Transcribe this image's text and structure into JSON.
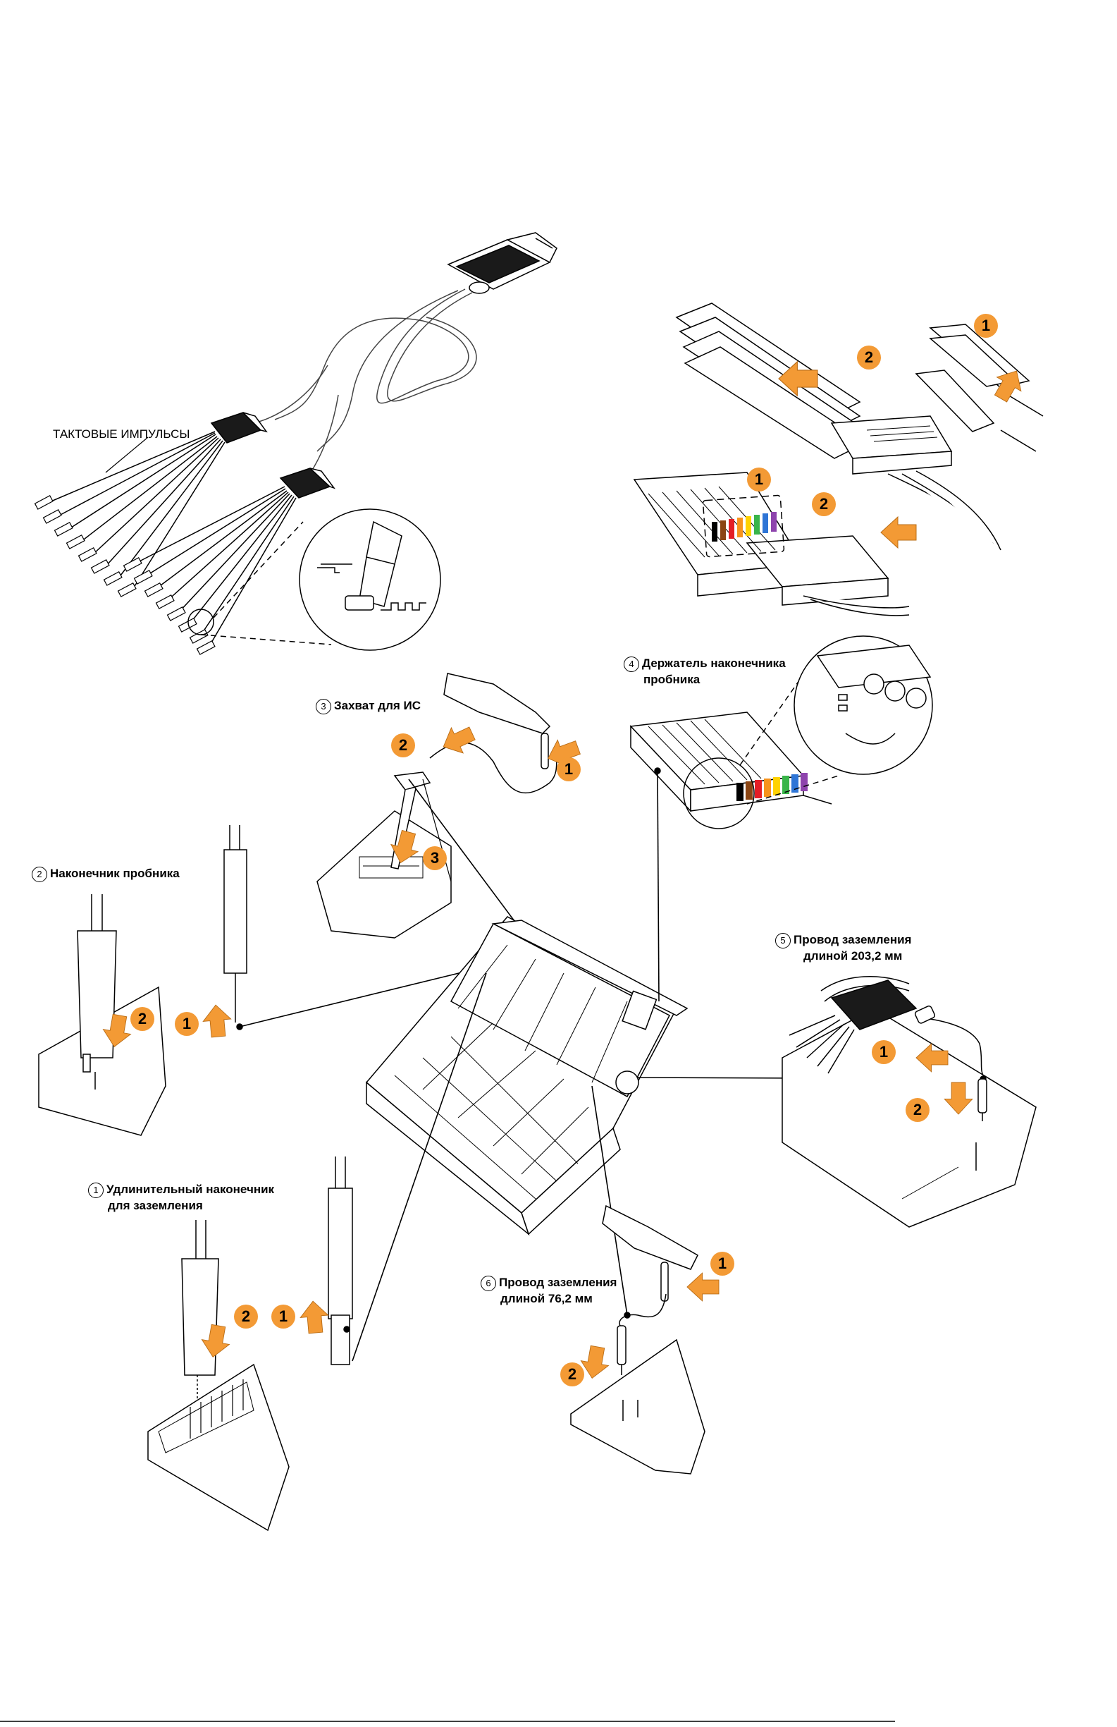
{
  "labels": {
    "clock_pulses": "ТАКТОВЫЕ ИМПУЛЬСЫ",
    "ic_grabber": {
      "num": "3",
      "text": "Захват для ИС"
    },
    "probe_tip": {
      "num": "2",
      "text": "Наконечник пробника"
    },
    "probe_tip_holder": {
      "num": "4",
      "line1": "Держатель наконечника",
      "line2": "пробника"
    },
    "ground_lead_long": {
      "num": "5",
      "line1": "Провод заземления",
      "line2": "длиной 203,2  мм"
    },
    "extension_ground_tip": {
      "num": "1",
      "line1": "Удлинительный наконечник",
      "line2": "для заземления"
    },
    "ground_lead_short": {
      "num": "6",
      "line1": "Провод заземления",
      "line2": "длиной 76,2  мм"
    }
  },
  "steps": [
    "1",
    "2",
    "3"
  ],
  "colors": {
    "accent_orange": "#f39a35",
    "line": "#000000",
    "wire_gray": "#bfbfbf"
  },
  "lead_colors": [
    "#000000",
    "#8b4513",
    "#e41e26",
    "#f7941d",
    "#ffd200",
    "#39b54a",
    "#2e75d6",
    "#8e44ad"
  ]
}
